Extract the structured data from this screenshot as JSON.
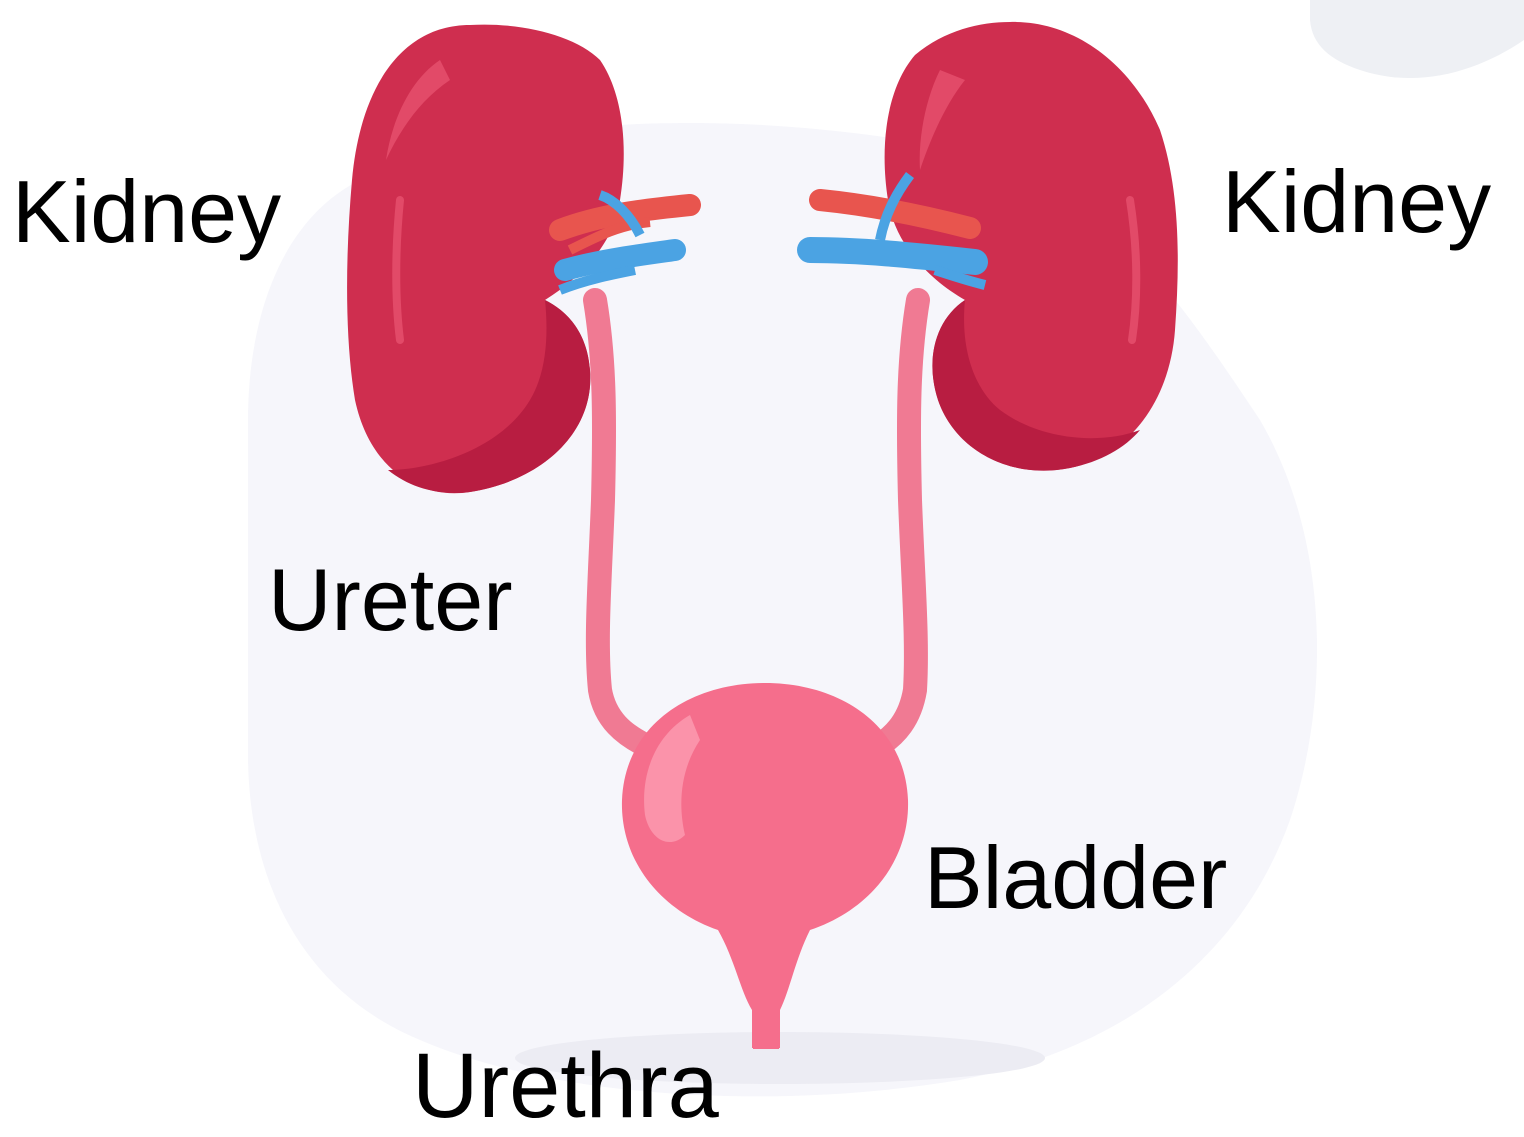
{
  "labels": {
    "kidney_left": "Kidney",
    "kidney_right": "Kidney",
    "ureter": "Ureter",
    "bladder": "Bladder",
    "urethra": "Urethra"
  },
  "colors": {
    "background_blob": "#f6f6fb",
    "corner_shape": "#eef0f4",
    "kidney": "#cf2e4f",
    "kidney_shadow": "#b81d41",
    "kidney_highlight": "#e24a68",
    "artery": "#e8554e",
    "vein": "#4ba3e3",
    "ureter": "#f07a93",
    "bladder": "#f56e8c",
    "bladder_highlight": "#fb93aa",
    "ground_shadow": "#ececf3"
  }
}
